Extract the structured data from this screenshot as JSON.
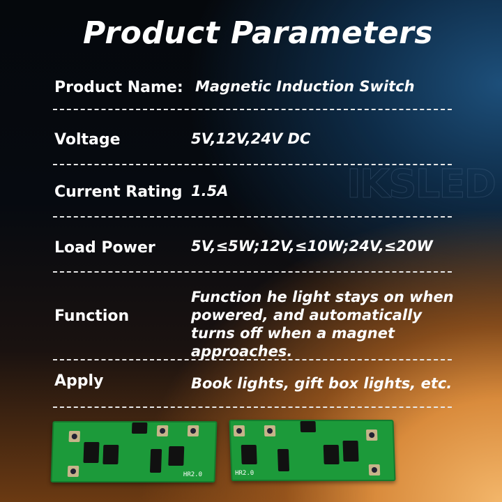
{
  "title": "Product Parameters",
  "watermark": "IKSLED",
  "params": [
    {
      "label": "Product Name:",
      "value": "Magnetic Induction Switch"
    },
    {
      "label": "Voltage",
      "value": "5V,12V,24V DC"
    },
    {
      "label": "Current Rating",
      "value": "1.5A"
    },
    {
      "label": "Load Power",
      "value": "5V,≤5W;12V,≤10W;24V,≤20W"
    },
    {
      "label": "Function",
      "value": "Function he light stays on when powered, and automatically turns off when a magnet approaches."
    },
    {
      "label": "Apply",
      "value": "Book lights, gift box lights, etc."
    }
  ],
  "boards": [
    {
      "marking": "HR2.0"
    },
    {
      "marking": "HR2.0"
    }
  ]
}
